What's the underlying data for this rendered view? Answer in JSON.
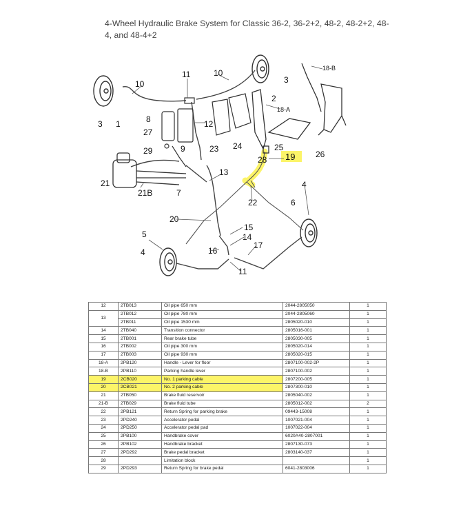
{
  "title": "4-Wheel Hydraulic Brake System for Classic 36-2, 36-2+2, 48-2, 48-2+2, 48-4, and 48-4+2",
  "diagram": {
    "labels": [
      "1",
      "2",
      "3",
      "3",
      "4",
      "4",
      "5",
      "6",
      "7",
      "8",
      "9",
      "10",
      "10",
      "11",
      "11",
      "12",
      "13",
      "14",
      "15",
      "16",
      "17",
      "18-A",
      "18-B",
      "19",
      "20",
      "21",
      "21B",
      "22",
      "23",
      "24",
      "25",
      "26",
      "27",
      "28",
      "29"
    ],
    "highlight_color": "#fcf468"
  },
  "table": {
    "rows": [
      {
        "no": "12",
        "code": "2TB013",
        "desc": "Oil pipe 650 mm",
        "ref": "2044-2805050",
        "qty": "1"
      },
      {
        "no": "13",
        "code": "2TB012",
        "desc": "Oil pipe 780 mm",
        "ref": "2044-2805060",
        "qty": "1"
      },
      {
        "no": "",
        "code": "2TB011",
        "desc": "Oil pipe 1530 mm",
        "ref": "2805020-010",
        "qty": "1"
      },
      {
        "no": "14",
        "code": "2TB040",
        "desc": "Transition connector",
        "ref": "2805016-001",
        "qty": "1"
      },
      {
        "no": "15",
        "code": "2TB001",
        "desc": "Rear brake tube",
        "ref": "2805030-005",
        "qty": "1"
      },
      {
        "no": "16",
        "code": "2TB002",
        "desc": "Oil pipe 300 mm",
        "ref": "2805020-014",
        "qty": "1"
      },
      {
        "no": "17",
        "code": "2TB003",
        "desc": "Oil pipe 930 mm",
        "ref": "2805020-015",
        "qty": "1"
      },
      {
        "no": "18-A",
        "code": "2PB120",
        "desc": "Handle - Lever for floor",
        "ref": "2807100-002-2P",
        "qty": "1"
      },
      {
        "no": "18-B",
        "code": "2PB110",
        "desc": "Parking handle lever",
        "ref": "2807100-002",
        "qty": "1"
      },
      {
        "no": "19",
        "code": "2CB020",
        "desc": "No. 1 parking cable",
        "ref": "2807200-005",
        "qty": "1"
      },
      {
        "no": "20",
        "code": "2CB021",
        "desc": "No. 2 parking cable",
        "ref": "2807300-010",
        "qty": "1"
      },
      {
        "no": "21",
        "code": "2TB050",
        "desc": "Brake fluid reservoir",
        "ref": "2805040-002",
        "qty": "1"
      },
      {
        "no": "21-B",
        "code": "2TB029",
        "desc": "Brake fluid tube",
        "ref": "2805012-002",
        "qty": "2"
      },
      {
        "no": "22",
        "code": "2PB121",
        "desc": "Return Spring for parking brake",
        "ref": "09443-15008",
        "qty": "1"
      },
      {
        "no": "23",
        "code": "2PD240",
        "desc": "Accelerator pedal",
        "ref": "1007021-004",
        "qty": "1"
      },
      {
        "no": "24",
        "code": "2PD250",
        "desc": "Accelerator pedal pad",
        "ref": "1007022-004",
        "qty": "1"
      },
      {
        "no": "25",
        "code": "2PB100",
        "desc": "Handbrake cover",
        "ref": "6020A40-2807001",
        "qty": "1"
      },
      {
        "no": "26",
        "code": "2PB102",
        "desc": "Handbrake bracket",
        "ref": "2807130-073",
        "qty": "1"
      },
      {
        "no": "27",
        "code": "2PD292",
        "desc": "Brake pedal bracket",
        "ref": "2803140-037",
        "qty": "1"
      },
      {
        "no": "28",
        "code": "",
        "desc": "Limitation block",
        "ref": "",
        "qty": "1"
      },
      {
        "no": "29",
        "code": "2PD293",
        "desc": "Return Spring for brake pedal",
        "ref": "6041-2803006",
        "qty": "1"
      }
    ]
  }
}
